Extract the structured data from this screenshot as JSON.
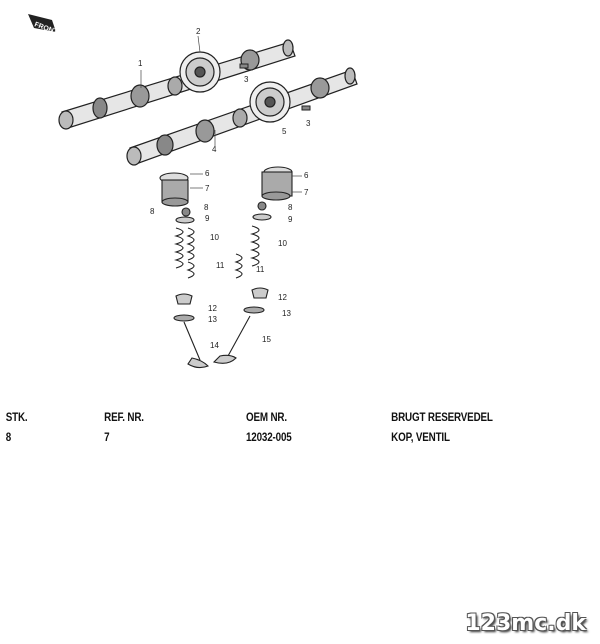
{
  "diagram": {
    "front_badge": "FRONT",
    "callouts": [
      "1",
      "2",
      "3",
      "3",
      "4",
      "5",
      "6",
      "6",
      "7",
      "7",
      "8",
      "8",
      "8",
      "9",
      "9",
      "10",
      "10",
      "11",
      "11",
      "12",
      "12",
      "13",
      "13",
      "14",
      "15"
    ]
  },
  "table": {
    "headers": {
      "qty": "STK.",
      "ref": "REF. NR.",
      "oem": "OEM NR.",
      "desc": "BRUGT RESERVEDEL"
    },
    "row": {
      "qty": "8",
      "ref": "7",
      "oem": "12032-005",
      "desc": "KOP, VENTIL"
    }
  },
  "watermark": "123mc.dk"
}
